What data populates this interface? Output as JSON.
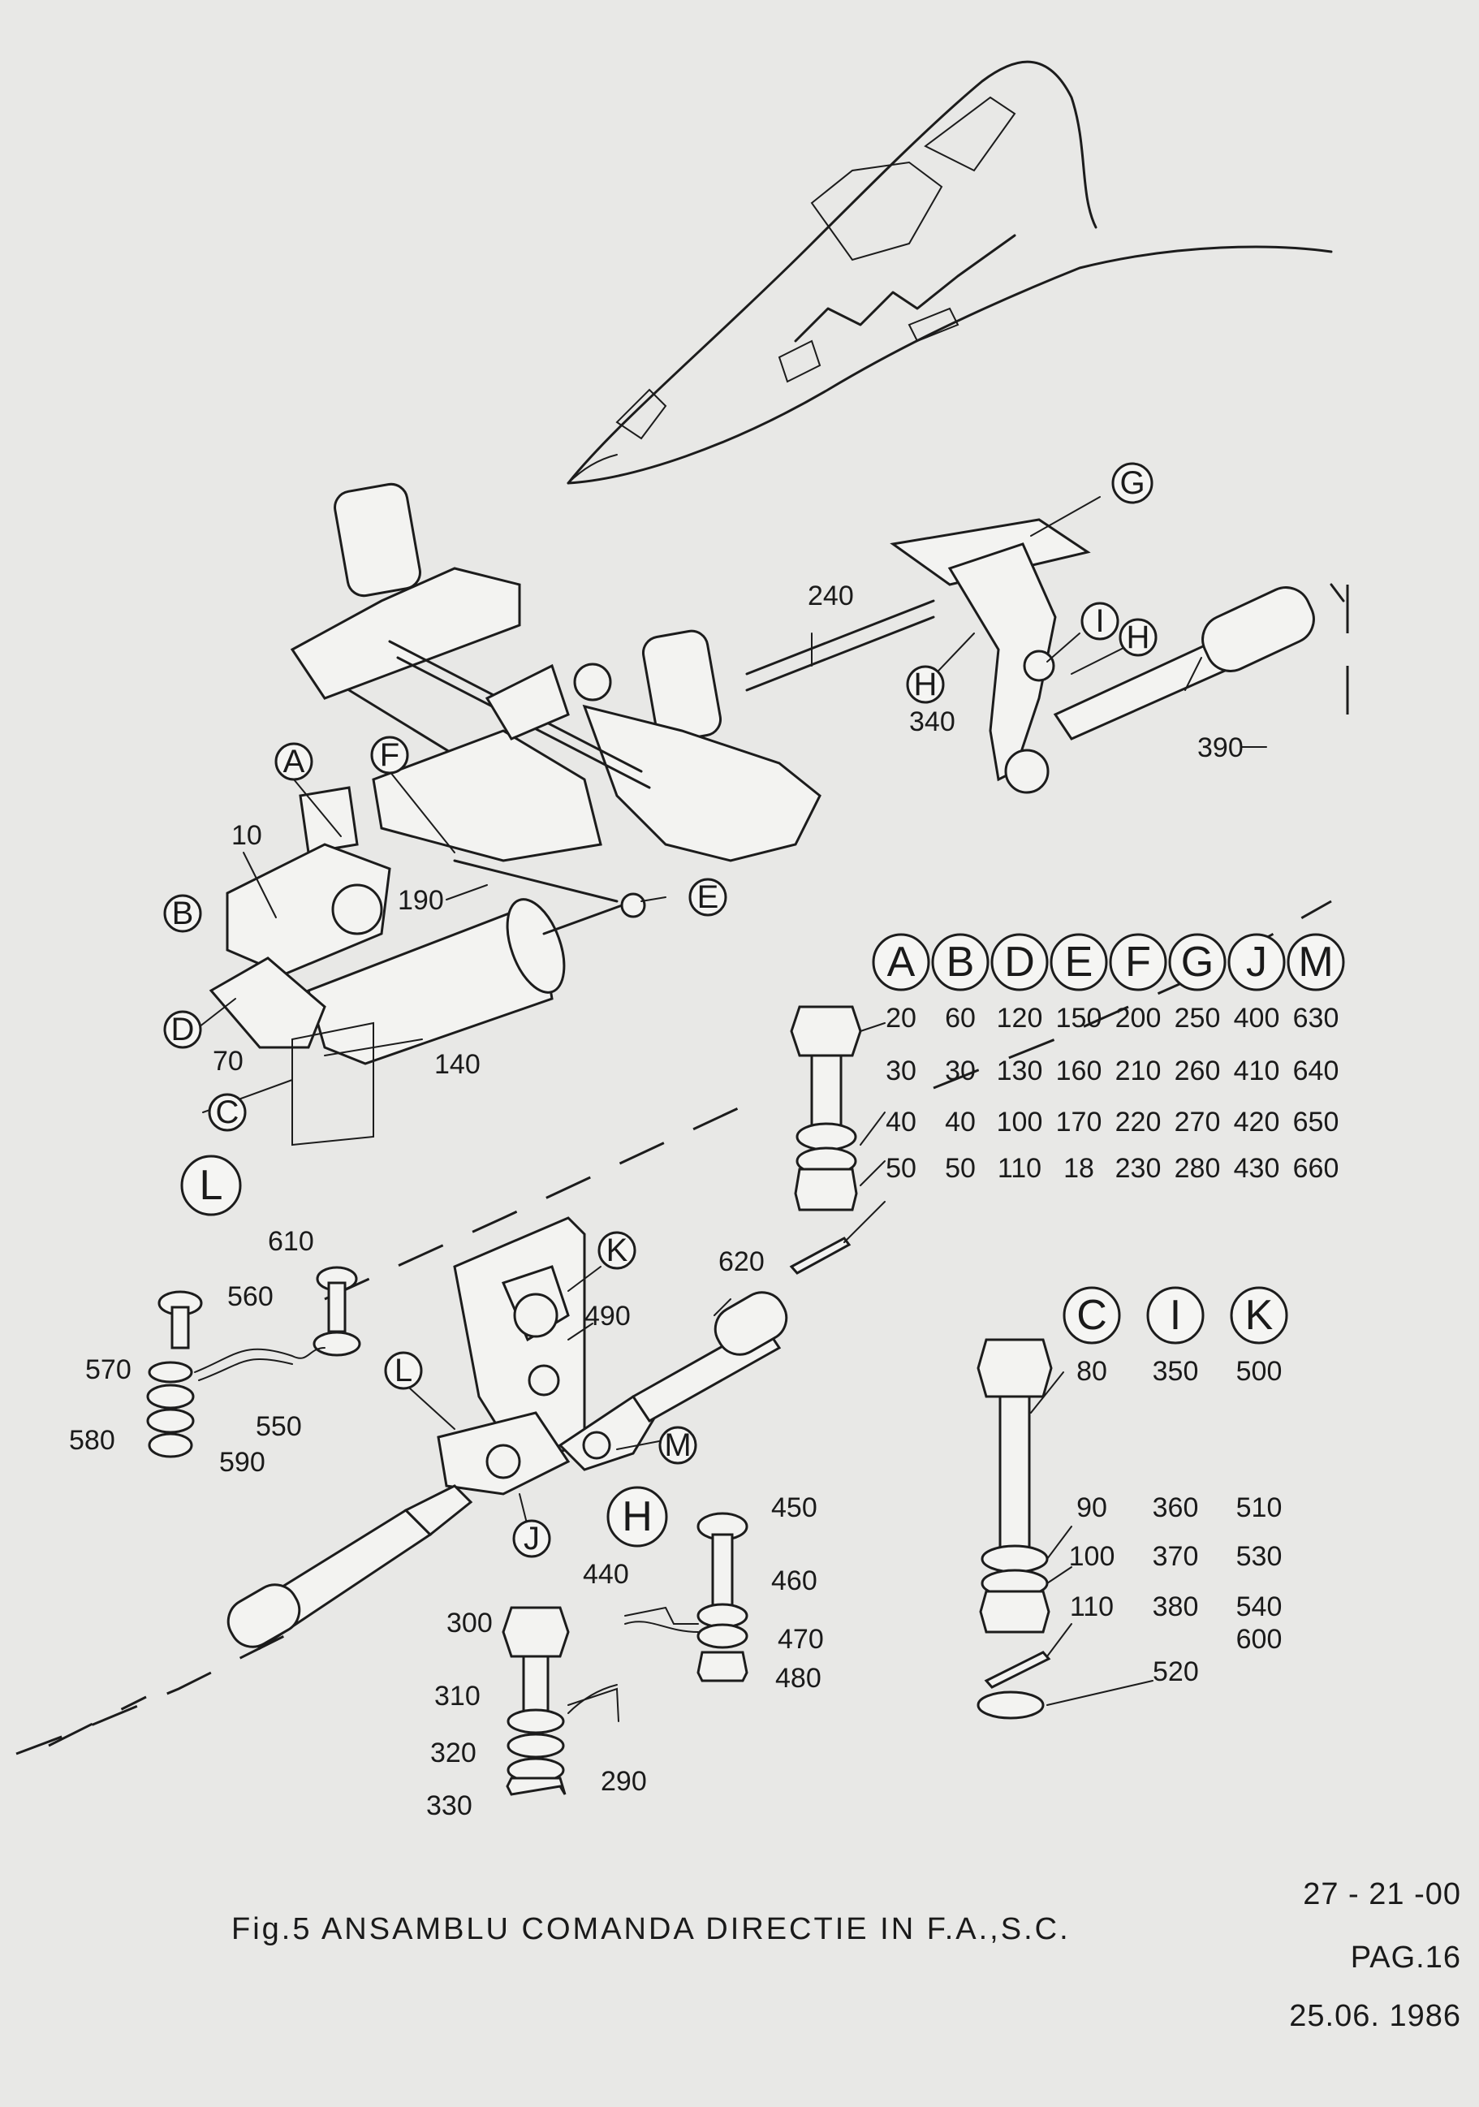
{
  "caption": "Fig.5 ANSAMBLU COMANDA DIRECTIE IN F.A.,S.C.",
  "doc_ref": {
    "code": "27 - 21 -00",
    "page": "PAG.16",
    "date": "25.06. 1986"
  },
  "callouts": {
    "A": "A",
    "B": "B",
    "C": "C",
    "D": "D",
    "E": "E",
    "F": "F",
    "G": "G",
    "H": "H",
    "I": "I",
    "J": "J",
    "K": "K",
    "L": "L",
    "M": "M"
  },
  "part_numbers": {
    "p10": "10",
    "p70": "70",
    "p140": "140",
    "p190": "190",
    "p240": "240",
    "p340": "340",
    "p390": "390",
    "p490": "490",
    "p620": "620",
    "p560": "560",
    "p610": "610",
    "p570": "570",
    "p550": "550",
    "p580": "580",
    "p590": "590",
    "p300": "300",
    "p310": "310",
    "p320": "320",
    "p330": "330",
    "p290": "290",
    "p440": "440",
    "p450": "450",
    "p460": "460",
    "p470": "470",
    "p480": "480"
  },
  "hardware_table_1": {
    "headers": [
      "A",
      "B",
      "D",
      "E",
      "F",
      "G",
      "J",
      "M"
    ],
    "rows": [
      [
        "20",
        "60",
        "120",
        "150",
        "200",
        "250",
        "400",
        "630"
      ],
      [
        "30",
        "30",
        "130",
        "160",
        "210",
        "260",
        "410",
        "640"
      ],
      [
        "40",
        "40",
        "100",
        "170",
        "220",
        "270",
        "420",
        "650"
      ],
      [
        "50",
        "50",
        "110",
        "18",
        "230",
        "280",
        "430",
        "660"
      ]
    ]
  },
  "hardware_table_2": {
    "headers": [
      "C",
      "I",
      "K"
    ],
    "rows": [
      [
        "80",
        "350",
        "500"
      ],
      [
        "90",
        "360",
        "510"
      ],
      [
        "100",
        "370",
        "530"
      ],
      [
        "110",
        "380",
        "540"
      ],
      [
        "",
        "",
        "600"
      ]
    ],
    "washer_label": "520"
  }
}
